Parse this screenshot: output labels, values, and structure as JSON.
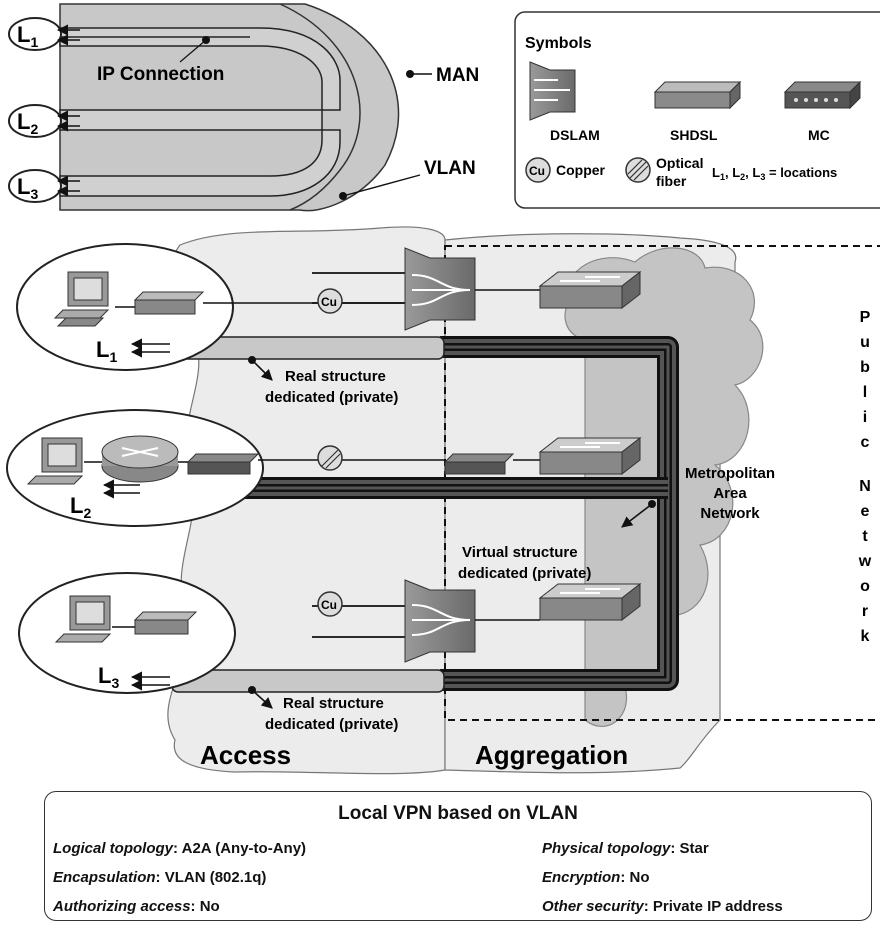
{
  "top": {
    "locations": [
      {
        "letter": "L",
        "sub": "1"
      },
      {
        "letter": "L",
        "sub": "2"
      },
      {
        "letter": "L",
        "sub": "3"
      }
    ],
    "ip_connection": "IP Connection",
    "man": "MAN",
    "vlan": "VLAN"
  },
  "symbols": {
    "title": "Symbols",
    "dslam": "DSLAM",
    "shdsl": "SHDSL",
    "mc": "MC",
    "cu": "Cu",
    "copper": "Copper",
    "optical": "Optical",
    "fiber": "fiber",
    "locations_key": {
      "l1": "L",
      "s1": "1",
      "l2": "L",
      "s2": "2",
      "l3": "L",
      "s3": "3",
      "text": " = locations"
    }
  },
  "network": {
    "cu_label": "Cu",
    "real_structure": "Real structure",
    "dedicated_private": "dedicated (private)",
    "virtual_structure": "Virtual structure",
    "metro": [
      "Metropolitan",
      "Area",
      "Network"
    ],
    "public_network": [
      "P",
      "u",
      "b",
      "l",
      "i",
      "c",
      "",
      "N",
      "e",
      "t",
      "w",
      "o",
      "r",
      "k"
    ],
    "access": "Access",
    "aggregation": "Aggregation",
    "locations": [
      {
        "letter": "L",
        "sub": "1"
      },
      {
        "letter": "L",
        "sub": "2"
      },
      {
        "letter": "L",
        "sub": "3"
      }
    ]
  },
  "summary": {
    "title": "Local VPN based on VLAN",
    "logical_key": "Logical topology",
    "logical_val": ": A2A (Any-to-Any)",
    "physical_key": "Physical topology",
    "physical_val": ": Star",
    "encap_key": "Encapsulation",
    "encap_val": ": VLAN (802.1q)",
    "encryption_key": "Encryption",
    "encryption_val": ": No",
    "auth_key": "Authorizing access",
    "auth_val": ": No",
    "other_key": "Other security",
    "other_val": ": Private IP address"
  }
}
